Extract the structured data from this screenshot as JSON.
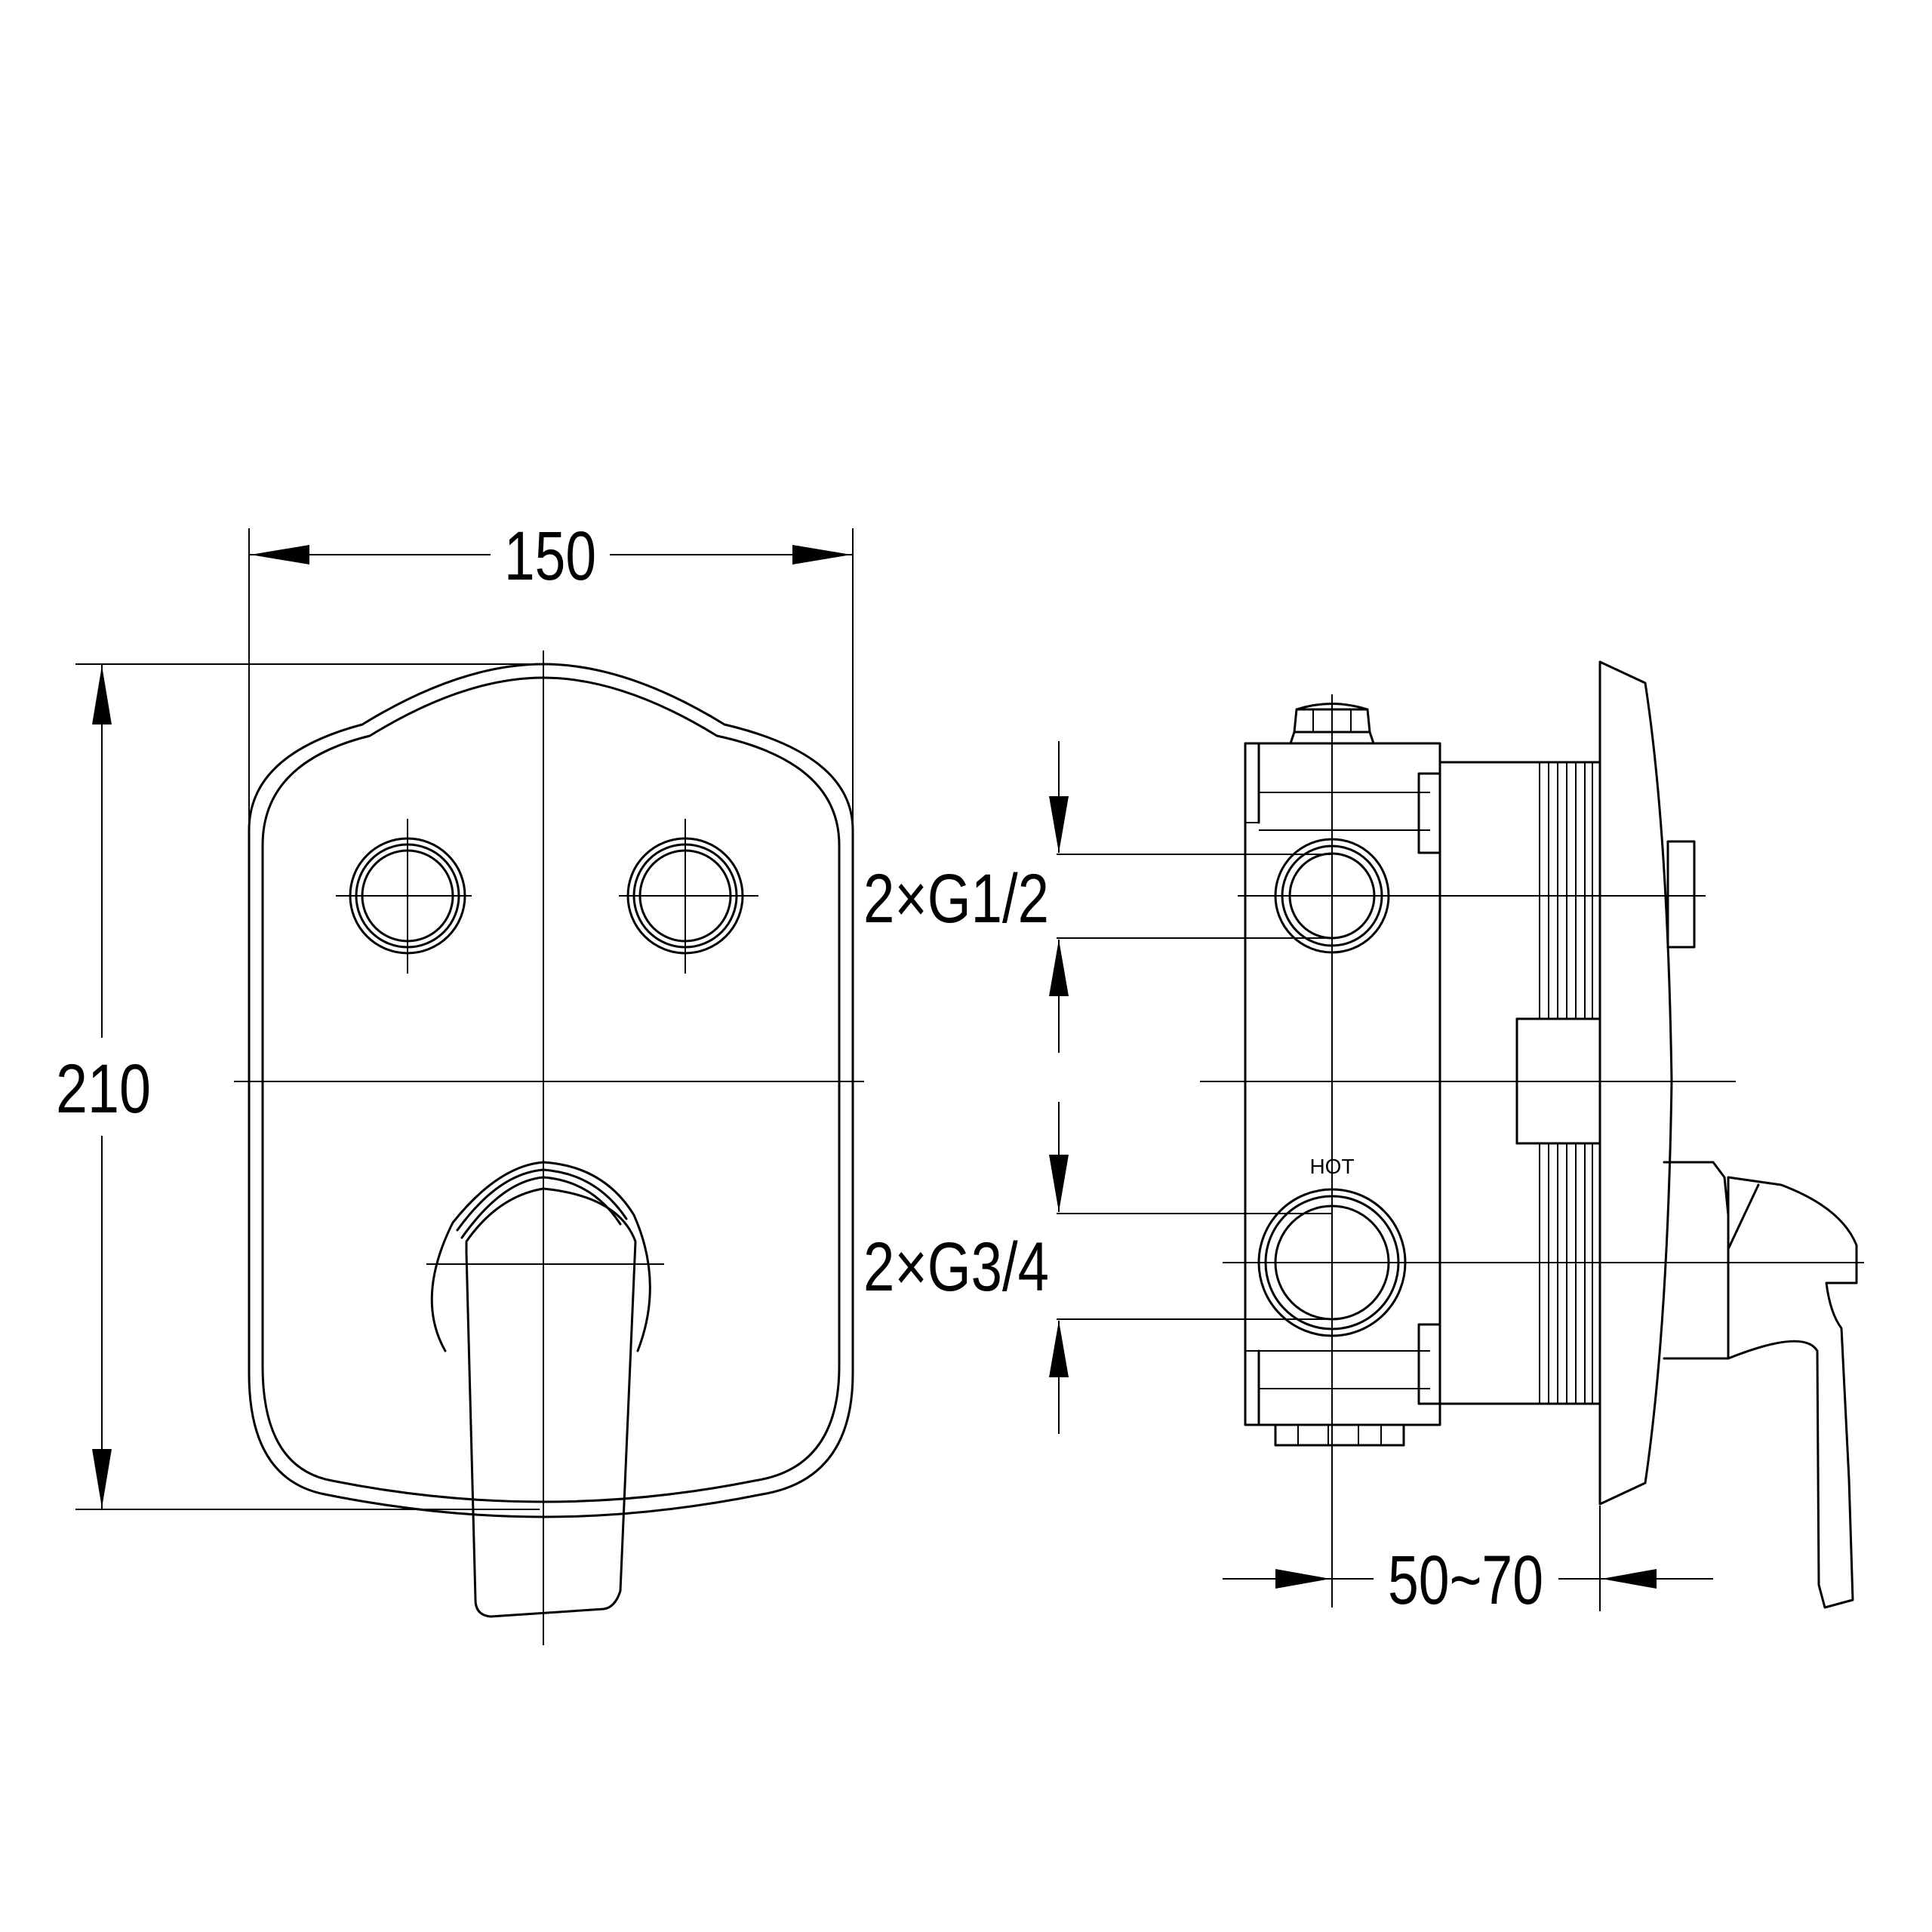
{
  "drawing": {
    "dimensions": {
      "width": "150",
      "height": "210",
      "depth_range": "50~70",
      "outlet_thread": "2×G1/2",
      "inlet_thread": "2×G3/4"
    },
    "labels": {
      "hot": "HOT"
    },
    "colors": {
      "line": "#000000",
      "background": "#ffffff"
    }
  }
}
